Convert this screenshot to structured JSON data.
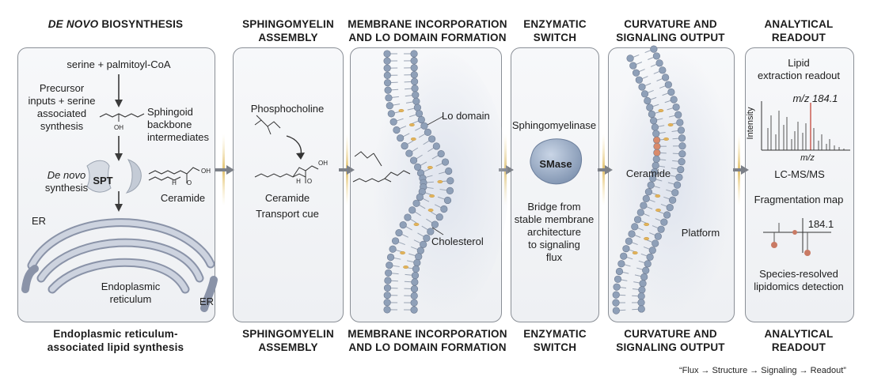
{
  "headers": {
    "p1": {
      "italic": "DE NOVO",
      "rest": " BIOSYNTHESIS"
    },
    "p2": [
      "SPHINGOMYELIN",
      "ASSEMBLY"
    ],
    "p3": [
      "MEMBRANE INCORPORATION",
      "AND LO DOMAIN FORMATION"
    ],
    "p4": [
      "ENZYMATIC",
      "SWITCH"
    ],
    "p5": [
      "CURVATURE AND",
      "SIGNALING OUTPUT"
    ],
    "p6": [
      "ANALYTICAL",
      "READOUT"
    ]
  },
  "footers": {
    "p1": [
      "Endoplasmic reticulum-",
      "associated lipid synthesis"
    ],
    "p2": [
      "SPHINGOMYELIN",
      "ASSEMBLY"
    ],
    "p3": [
      "MEMBRANE INCORPORATION",
      "AND LO DOMAIN FORMATION"
    ],
    "p4": [
      "ENZYMATIC",
      "SWITCH"
    ],
    "p5": [
      "CURVATURE AND",
      "SIGNALING OUTPUT"
    ],
    "p6": [
      "ANALYTICAL",
      "READOUT"
    ]
  },
  "panel1": {
    "substrates": "serine + palmitoyl-CoA",
    "precursor": [
      "Precursor",
      "inputs + serine",
      "associated",
      "synthesis"
    ],
    "sphingoid": [
      "Sphingoid",
      "backbone",
      "intermediates"
    ],
    "oh_label": "OH",
    "de_novo": "De novo",
    "synthesis": "synthesis",
    "spt": "SPT",
    "ceramide": "Ceramide",
    "oh_group": "OH",
    "o_group": "O",
    "h_group": "H",
    "er_top": "ER",
    "er_bottom": "ER",
    "er_caption": [
      "Endoplasmic",
      "reticulum"
    ]
  },
  "panel2": {
    "phosphocholine": "Phosphocholine",
    "ceramide": "Ceramide",
    "transport": "Transport cue",
    "oh_group": "OH",
    "o_group": "O",
    "h_group": "H"
  },
  "panel3": {
    "lo_domain": "Lo domain",
    "cholesterol": "Cholesterol"
  },
  "panel4": {
    "enzyme": "Sphingomyelinase",
    "smase": "SMase",
    "bridge": [
      "Bridge from",
      "stable membrane",
      "architecture",
      "to signaling",
      "flux"
    ]
  },
  "panel5": {
    "ceramide": "Ceramide",
    "platform": "Platform"
  },
  "panel6": {
    "lipid": [
      "Lipid",
      "extraction readout"
    ],
    "mz_peak": "m/z 184.1",
    "intensity": "Intensity",
    "mz_axis": "m/z",
    "lcms": "LC-MS/MS",
    "frag_map": "Fragmentation map",
    "frag_peak": "184.1",
    "species": [
      "Species-resolved",
      "lipidomics detection"
    ]
  },
  "tagline": "“Flux → Structure → Signaling → Readout”",
  "colors": {
    "panel_border": "#8a8f96",
    "membrane_head": "#8fa0b8",
    "cholesterol": "#e3b35a",
    "ceramide_head": "#d98a6a",
    "smase": "#93a7c2",
    "spectrum_peak": "#c0392b"
  }
}
